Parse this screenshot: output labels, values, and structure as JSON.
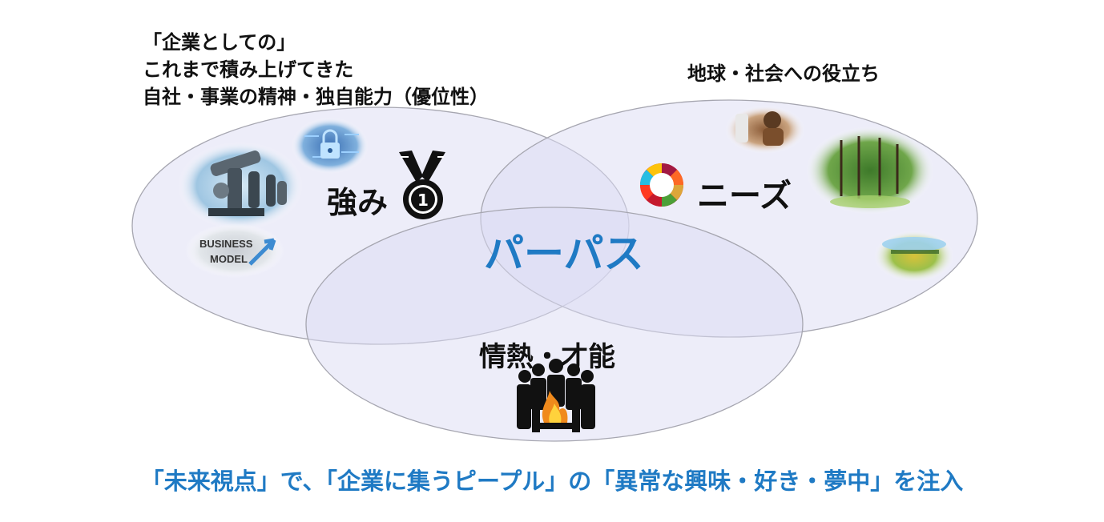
{
  "colors": {
    "accent": "#1f7ac4",
    "circle_fill": "#dcdcf4",
    "circle_stroke": "#a6a6b0",
    "text": "#111111"
  },
  "strength_caption": {
    "line1": "「企業としての」",
    "line2": "これまで積み上げてきた",
    "line3": "自社・事業の精神・独自能力（優位性）"
  },
  "needs_caption": "地球・社会への役立ち",
  "labels": {
    "strength": "強み",
    "needs": "ニーズ",
    "passion": "情熱・才能",
    "center": "パーパス"
  },
  "images": {
    "business_model_text_1": "BUSINESS",
    "business_model_text_2": "MODEL"
  },
  "icons": [
    "microscope-photo",
    "lock-circuit-photo",
    "business-model-photo",
    "medal-number-one-icon",
    "sdgs-wheel-icon",
    "people-photo",
    "forest-photo",
    "field-photo",
    "people-fire-icon"
  ],
  "footer": "「未来視点」で、「企業に集うピープル」の「異常な興味・好き・夢中」を注入"
}
